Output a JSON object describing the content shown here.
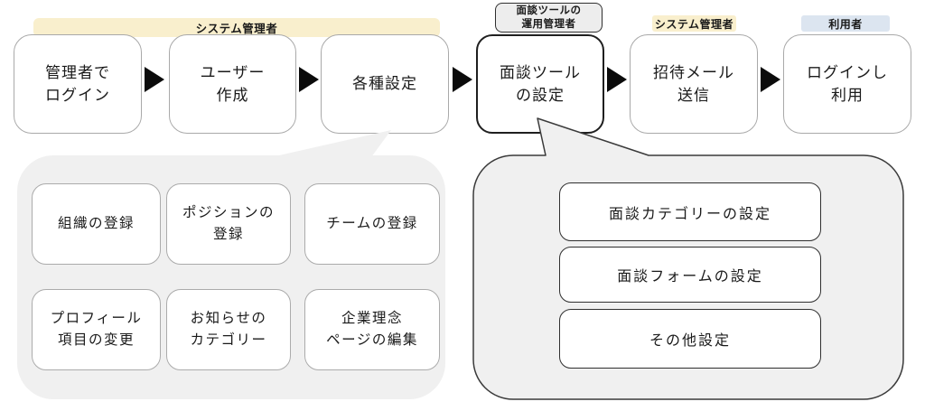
{
  "colors": {
    "role_yellow": "#f9efcd",
    "role_blue": "#dce5f0",
    "role_gray": "#ededed",
    "bubble_gray": "#f0f0f0",
    "border_light": "#a9a9a9",
    "border_dark": "#2f2f2f",
    "arrow_black": "#0b0b0b",
    "text": "#1a1a1a"
  },
  "roles": {
    "system_admin_banner": "システム管理者",
    "operation_admin": "面談ツールの\n運用管理者",
    "system_admin": "システム管理者",
    "user": "利用者"
  },
  "flow": {
    "steps": [
      "管理者で\nログイン",
      "ユーザー\n作成",
      "各種設定",
      "面談ツール\nの設定",
      "招待メール\n送信",
      "ログインし\n利用"
    ]
  },
  "settings_callout": {
    "items": [
      "組織の登録",
      "ポジションの\n登録",
      "チームの登録",
      "プロフィール\n項目の変更",
      "お知らせの\nカテゴリー",
      "企業理念\nページの編集"
    ]
  },
  "interview_callout": {
    "items": [
      "面談カテゴリーの設定",
      "面談フォームの設定",
      "その他設定"
    ]
  }
}
